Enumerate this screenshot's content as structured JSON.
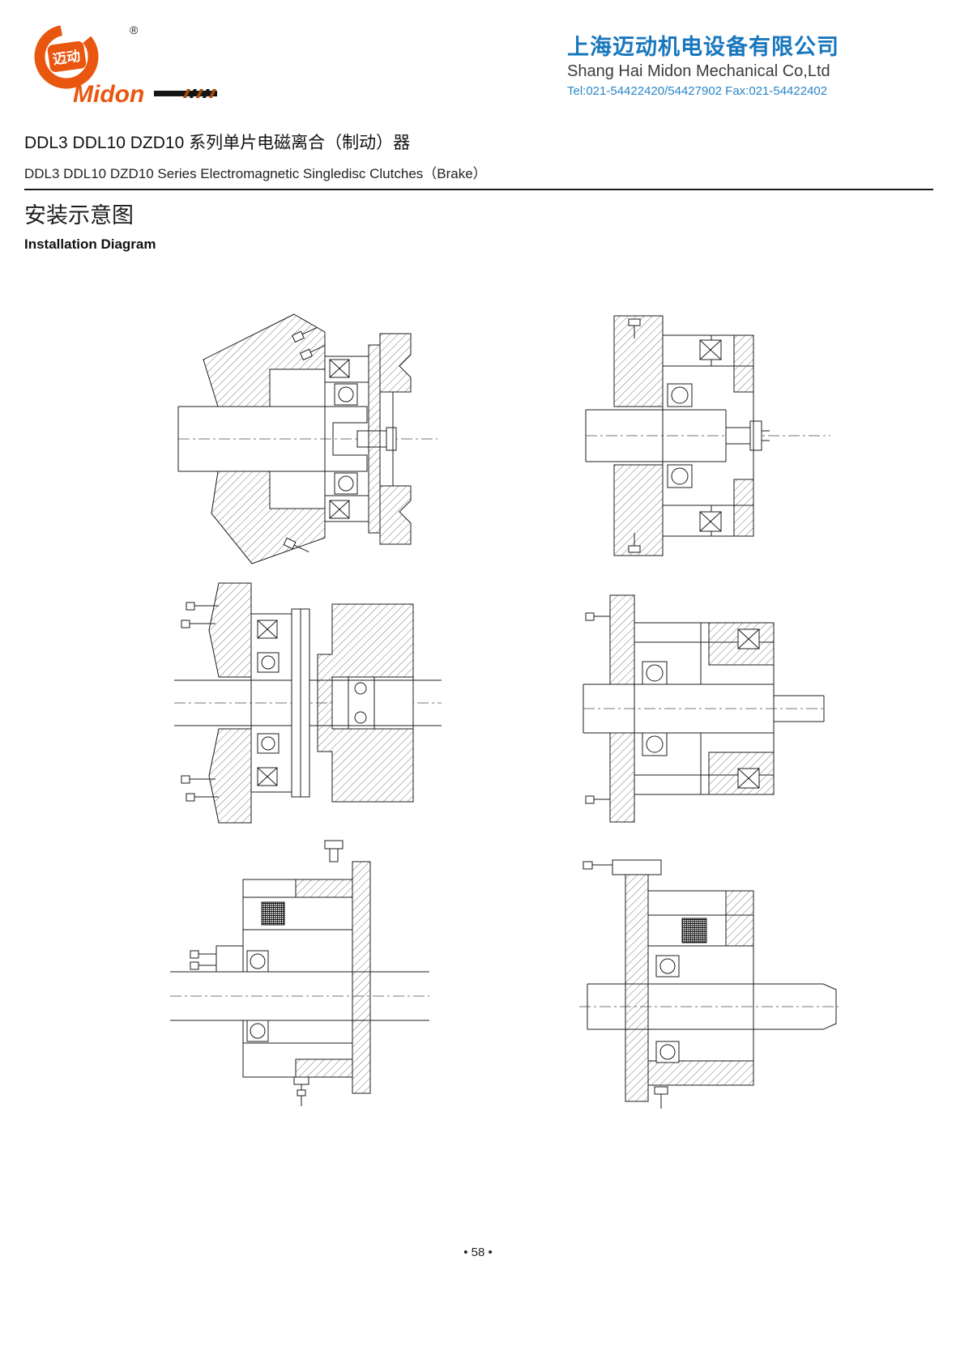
{
  "header": {
    "logo": {
      "cn": "迈动",
      "en": "Midon",
      "registered": "®"
    },
    "company_cn": "上海迈动机电设备有限公司",
    "company_en": "Shang Hai Midon Mechanical Co,Ltd",
    "contact": "Tel:021-54422420/54427902 Fax:021-54422402"
  },
  "title_cn": "DDL3 DDL10 DZD10 系列单片电磁离合（制动）器",
  "title_en": "DDL3 DDL10 DZD10 Series Electromagnetic Singledisc Clutches（Brake）",
  "section_cn": "安装示意图",
  "section_en": "Installation Diagram",
  "figures": {
    "count": 6,
    "description": "six electromagnetic clutch / brake installation cross-section drawings"
  },
  "footer": {
    "page_number": "• 58 •"
  },
  "colors": {
    "brand_blue": "#1877bd",
    "tel_blue": "#2a86c8",
    "logo_orange": "#e8560f",
    "line_black": "#1a1a1a"
  }
}
